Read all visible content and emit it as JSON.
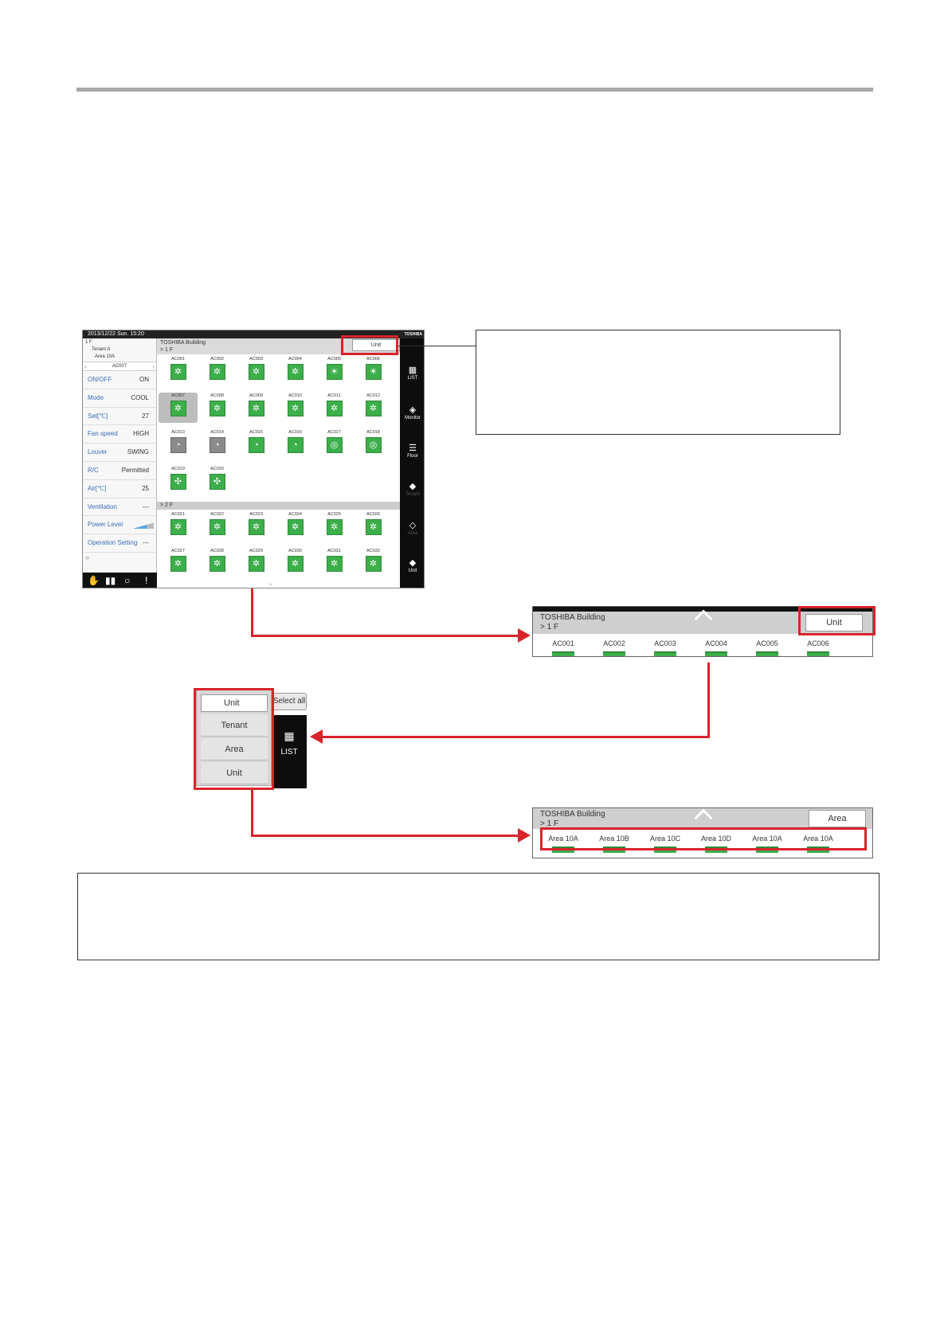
{
  "screen": {
    "datetime": "2013/12/22  Sun.  15:20",
    "brand": "TOSHIBA",
    "tree": [
      "1 F",
      "Tenant A",
      "Area 10A"
    ],
    "selected_unit": "AC007",
    "properties": [
      {
        "key": "ON/OFF",
        "value": "ON"
      },
      {
        "key": "Mode",
        "value": "COOL"
      },
      {
        "key": "Set[℃]",
        "value": "27"
      },
      {
        "key": "Fan speed",
        "value": "HIGH"
      },
      {
        "key": "Louver",
        "value": "SWING"
      },
      {
        "key": "R/C",
        "value": "Permitted"
      },
      {
        "key": "Air[℃]",
        "value": "25"
      },
      {
        "key": "Ventilation",
        "value": "---"
      },
      {
        "key": "Power Level",
        "value": ""
      },
      {
        "key": "Operation Setting",
        "value": "---"
      }
    ],
    "building": "TOSHIBA Building",
    "floor1": "> 1 F",
    "floor2": "> 2 F",
    "view_button": "Unit",
    "units_floor1": [
      "AC001",
      "AC002",
      "AC003",
      "AC004",
      "AC005",
      "AC006",
      "AC007",
      "AC008",
      "AC009",
      "AC010",
      "AC011",
      "AC012",
      "AC013",
      "AC014",
      "AC015",
      "AC016",
      "AC017",
      "AC018",
      "AC019",
      "AC020"
    ],
    "units_floor2": [
      "AC021",
      "AC022",
      "AC023",
      "AC024",
      "AC025",
      "AC026",
      "AC027",
      "AC028",
      "AC029",
      "AC030",
      "AC031",
      "AC032"
    ],
    "nav": [
      "LIST",
      "Monitor",
      "Floor",
      "Tenant",
      "Area",
      "Unit"
    ]
  },
  "zoom1": {
    "building": "TOSHIBA Building",
    "floor": "> 1 F",
    "button": "Unit",
    "labels": [
      "AC001",
      "AC002",
      "AC003",
      "AC004",
      "AC005",
      "AC006"
    ]
  },
  "dropdown": {
    "current": "Unit",
    "options": [
      "Tenant",
      "Area",
      "Unit"
    ],
    "select_all": "Select all",
    "list_label": "LIST"
  },
  "zoom2": {
    "building": "TOSHIBA Building",
    "floor": "> 1 F",
    "button": "Area",
    "labels": [
      "Area 10A",
      "Area 10B",
      "Area 10C",
      "Area 10D",
      "Area 10A",
      "Area 10A"
    ]
  },
  "colors": {
    "accent_red": "#d9242b",
    "unit_green": "#3cae4a",
    "nav_black": "#0d0d0d"
  }
}
